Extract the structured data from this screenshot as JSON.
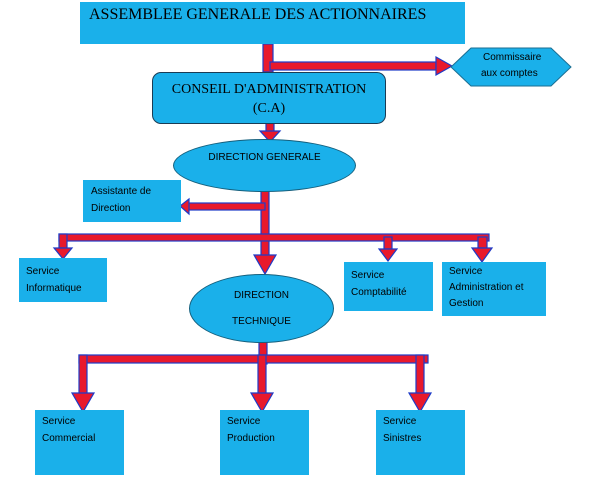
{
  "colors": {
    "box_fill": "#1ab0ea",
    "arrow_fill": "#e8192c",
    "arrow_stroke": "#1d3bc8"
  },
  "nodes": {
    "assemblee": "ASSEMBLEE GENERALE DES ACTIONNAIRES",
    "commissaire": [
      "Commissaire",
      "aux comptes"
    ],
    "conseil": [
      "CONSEIL D'ADMINISTRATION",
      "(C.A)"
    ],
    "direction_generale": "DIRECTION GENERALE",
    "assistante": [
      "Assistante de",
      "Direction"
    ],
    "service_informatique": [
      "Service",
      "Informatique"
    ],
    "direction_technique": [
      "DIRECTION",
      "TECHNIQUE"
    ],
    "service_comptabilite": [
      "Service",
      "Comptabilité"
    ],
    "service_admin": [
      "Service",
      "Administration et",
      "Gestion"
    ],
    "service_commercial": [
      "Service",
      "Commercial"
    ],
    "service_production": [
      "Service",
      "Production"
    ],
    "service_sinistres": [
      "Service",
      "Sinistres"
    ]
  }
}
